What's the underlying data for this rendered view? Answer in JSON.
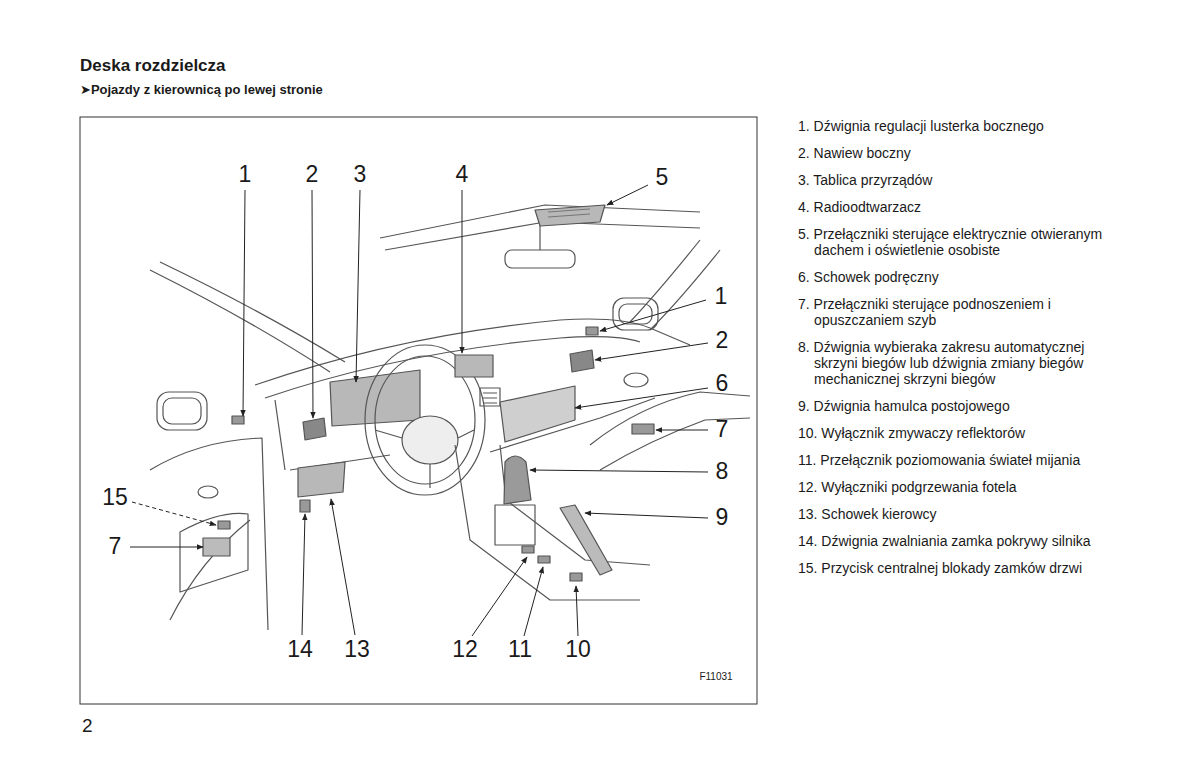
{
  "diagram": {
    "title": "Deska rozdzielcza",
    "labels": [
      "➤Pojazdy z kierownicą po lewej stronie",
      "1",
      "2",
      "3",
      "4",
      "5",
      "1",
      "2",
      "6",
      "7",
      "8",
      "9",
      "15",
      "7",
      "14",
      "13",
      "12",
      "11",
      "10",
      "F11031",
      "1. Dźwignia regulacji lusterka bocznego",
      "2. Nawiew boczny",
      "3. Tablica przyrządów",
      "4. Radioodtwarzacz",
      "5. Przełączniki sterujące elektrycznie otwieranym dachem i oświetlenie osobiste",
      "6. Schowek podręczny",
      "7. Przełączniki sterujące podnoszeniem i opuszczaniem szyb",
      "8. Dźwignia wybieraka zakresu automatycznej skrzyni biegów lub dźwignia zmiany biegów mechanicznej skrzyni biegów",
      "9. Dźwignia hamulca postojowego",
      "10. Wyłącznik zmywaczy reflektorów",
      "11. Przełącznik poziomowania świateł mijania",
      "12. Wyłączniki podgrzewania fotela",
      "13. Schowek kierowcy",
      "14. Dźwignia zwalniania zamka pokrywy silnika",
      "15. Przycisk centralnej blokady zamków drzwi",
      "2"
    ]
  }
}
